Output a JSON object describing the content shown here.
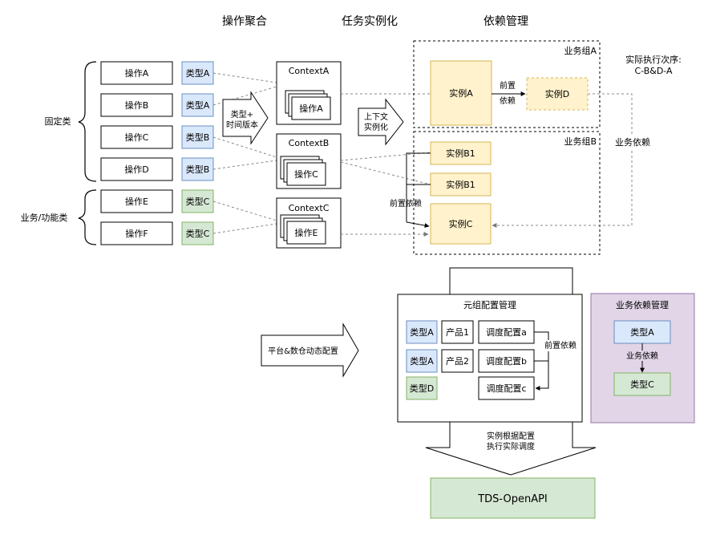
{
  "headers": {
    "op_aggregation": "操作聚合",
    "task_instantiation": "任务实例化",
    "dependency_management": "依赖管理"
  },
  "groups": {
    "fixed": "固定类",
    "business": "业务/功能类"
  },
  "operations": [
    "操作A",
    "操作B",
    "操作C",
    "操作D",
    "操作E",
    "操作F"
  ],
  "op_types": [
    "类型A",
    "类型A",
    "类型B",
    "类型B",
    "类型C",
    "类型C"
  ],
  "type_plus_time": {
    "line1": "类型+",
    "line2": "时间版本"
  },
  "contexts": [
    {
      "title": "ContextA",
      "op": "操作A"
    },
    {
      "title": "ContextB",
      "op": "操作C"
    },
    {
      "title": "ContextC",
      "op": "操作E"
    }
  ],
  "context_instantiation": {
    "line1": "上下文",
    "line2": "实例化"
  },
  "business_group_a": {
    "title": "业务组A",
    "instance_a": "实例A",
    "instance_d": "实例D",
    "pre_dep": {
      "line1": "前置",
      "line2": "依赖"
    }
  },
  "business_group_b": {
    "title": "业务组B",
    "instance_b1_top": "实例B1",
    "instance_b1_bottom": "实例B1",
    "instance_c": "实例C",
    "pre_dep": "前置依赖"
  },
  "exec_order": {
    "line1": "实际执行次序:",
    "line2": "C-B&D-A"
  },
  "business_dep": "业务依赖",
  "platform_arrow": "平台&数仓动态配置",
  "meta_config": {
    "title": "元组配置管理",
    "rows": [
      {
        "type": "类型A",
        "product": "产品1",
        "schedule": "调度配置a"
      },
      {
        "type": "类型A",
        "product": "产品2",
        "schedule": "调度配置b"
      },
      {
        "type": "类型D",
        "product": "",
        "schedule": "调度配置c"
      }
    ],
    "pre_dep": "前置依赖"
  },
  "biz_dep_mgmt": {
    "title": "业务依赖管理",
    "type_a": "类型A",
    "dep": "业务依赖",
    "type_c": "类型C"
  },
  "down_arrow": {
    "line1": "实例根据配置",
    "line2": "执行实际调度"
  },
  "tds": "TDS-OpenAPI",
  "colors": {
    "blue_fill": "#dae8fc",
    "blue_stroke": "#6c8ebf",
    "green_fill": "#d5e8d4",
    "green_stroke": "#82b366",
    "yellow_fill": "#fff2cc",
    "yellow_stroke": "#d6b656",
    "purple_fill": "#e1d5e7",
    "purple_stroke": "#9673a6"
  }
}
